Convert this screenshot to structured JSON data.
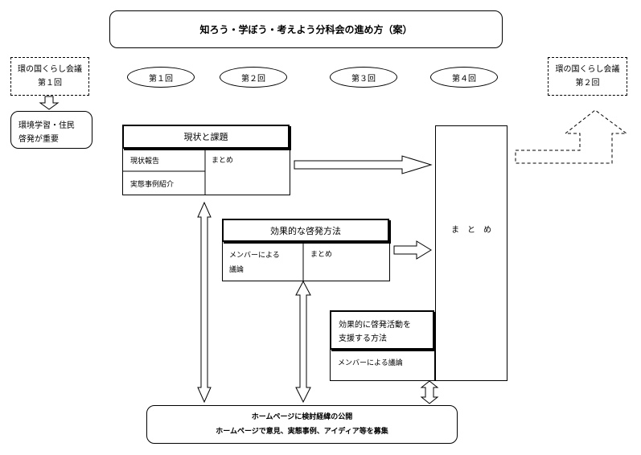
{
  "title": "知ろう・学ぼう・考えよう分科会の進め方（案）",
  "left_meeting": {
    "line1": "環の国くらし会議",
    "line2": "第１回"
  },
  "right_meeting": {
    "line1": "環の国くらし会議",
    "line2": "第２回"
  },
  "sessions": [
    "第１回",
    "第２回",
    "第３回",
    "第４回"
  ],
  "left_note": {
    "line1": "環境学習・住民",
    "line2": "啓発が重要"
  },
  "box_current": {
    "header": "現状と課題",
    "cell_report": "現状報告",
    "cell_case": "実態事例紹介",
    "cell_summary": "まとめ"
  },
  "box_effective": {
    "header": "効果的な啓発方法",
    "cell_members_line1": "メンバーによる",
    "cell_members_line2": "議論",
    "cell_summary": "まとめ"
  },
  "box_support": {
    "header_line1": "効果的に啓発活動を",
    "header_line2": "支援する方法",
    "cell": "メンバーによる議論"
  },
  "summary_column": "ま　と　め",
  "footer": {
    "line1": "ホームページに検討経緯の公開",
    "line2": "ホームページで意見、実態事例、アイディア等を募集"
  }
}
